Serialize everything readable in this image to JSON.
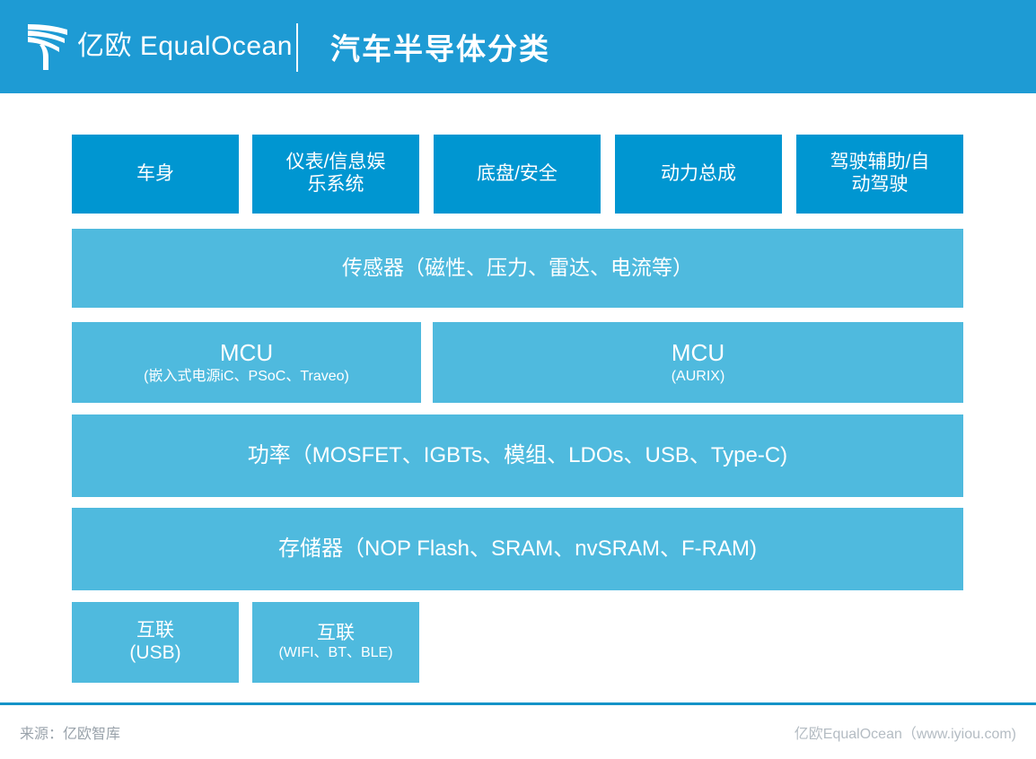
{
  "header": {
    "logo_wordmark": "亿欧 EqualOcean",
    "logo_icon_name": "equalocean-tree-logo",
    "title": "汽车半导体分类",
    "background_color": "#1E9BD4"
  },
  "colors": {
    "header_band": "#1E9BD4",
    "tier_top_box": "#0096D1",
    "tier_light_box": "#4FBADE",
    "footer_rule": "#1593C8",
    "box_text": "#FFFFFF",
    "footer_text": "#9AA3AB"
  },
  "diagram": {
    "application_row": [
      {
        "label": "车身"
      },
      {
        "label": "仪表/信息娱\n乐系统"
      },
      {
        "label": "底盘/安全"
      },
      {
        "label": "动力总成"
      },
      {
        "label": "驾驶辅助/自\n动驾驶"
      }
    ],
    "sensor_row": {
      "label": "传感器（磁性、压力、雷达、电流等）"
    },
    "mcu_row": [
      {
        "title": "MCU",
        "detail": "(嵌入式电源iC、PSoC、Traveo)"
      },
      {
        "title": "MCU",
        "detail": "(AURIX)"
      }
    ],
    "power_row": {
      "label": "功率（MOSFET、IGBTs、模组、LDOs、USB、Type-C)"
    },
    "memory_row": {
      "label": "存储器（NOP Flash、SRAM、nvSRAM、F-RAM)"
    },
    "connectivity_row": [
      {
        "title": "互联",
        "detail": "(USB)"
      },
      {
        "title": "互联",
        "detail": "(WIFI、BT、BLE)"
      }
    ]
  },
  "footer": {
    "source": "来源：亿欧智库",
    "brand": "亿欧EqualOcean（www.iyiou.com)"
  }
}
